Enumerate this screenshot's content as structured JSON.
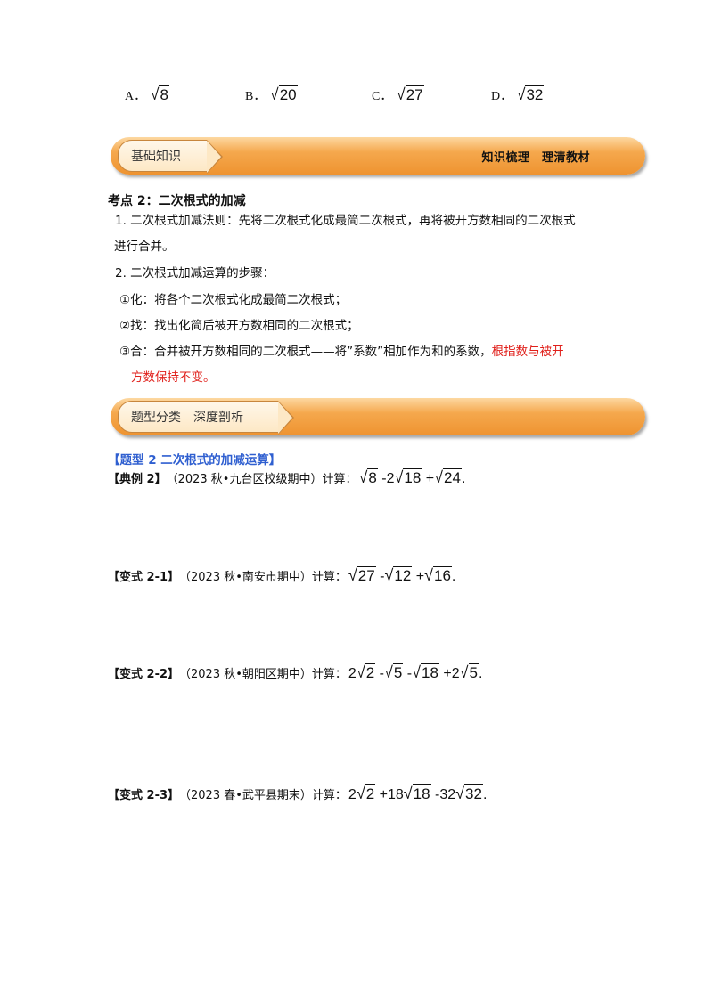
{
  "options": [
    {
      "letter": "A．",
      "radicand": "8"
    },
    {
      "letter": "B．",
      "radicand": "20"
    },
    {
      "letter": "C．",
      "radicand": "27"
    },
    {
      "letter": "D．",
      "radicand": "32"
    }
  ],
  "banner1": {
    "tag": "基础知识",
    "right": "知识梳理　理清教材"
  },
  "section": {
    "title": "考点 2：二次根式的加减",
    "rule_1a": "1.  二次根式加减法则：先将二次根式化成最简二次根式，再将被开方数相同的二次根式",
    "rule_1b": "进行合并。",
    "rule_2": "2.  二次根式加减运算的步骤：",
    "step_1": "①化：将各个二次根式化成最简二次根式；",
    "step_2": "②找：找出化简后被开方数相同的二次根式；",
    "step_3_black": "③合：合并被开方数相同的二次根式——将”系数”相加作为和的系数，",
    "step_3_red_a": "根指数与被开",
    "step_3_red_b": "方数保持不变。"
  },
  "banner2": {
    "tag": "题型分类　深度剖析"
  },
  "type_title": "【题型 2  二次根式的加减运算】",
  "examples": [
    {
      "label": "【典例 2】",
      "source": "（2023 秋•九台区校级期中）计算：",
      "terms": [
        {
          "pre": "",
          "coef": "",
          "rad": "8"
        },
        {
          "pre": " -",
          "coef": "2",
          "rad": "18"
        },
        {
          "pre": " +",
          "coef": "",
          "rad": "24"
        }
      ],
      "end": "."
    },
    {
      "label": "【变式 2-1】",
      "source": "（2023 秋•南安市期中）计算：",
      "terms": [
        {
          "pre": "",
          "coef": "",
          "rad": "27"
        },
        {
          "pre": " -",
          "coef": "",
          "rad": "12"
        },
        {
          "pre": " +",
          "coef": "",
          "rad": "16"
        }
      ],
      "end": "."
    },
    {
      "label": "【变式 2-2】",
      "source": "（2023 秋•朝阳区期中）计算：",
      "terms": [
        {
          "pre": "",
          "coef": "2",
          "rad": "2"
        },
        {
          "pre": " -",
          "coef": "",
          "rad": "5"
        },
        {
          "pre": " -",
          "coef": "",
          "rad": "18"
        },
        {
          "pre": " +",
          "coef": "2",
          "rad": "5"
        }
      ],
      "end": "."
    },
    {
      "label": "【变式 2-3】",
      "source": "（2023 春•武平县期末）计算：",
      "terms": [
        {
          "pre": "",
          "coef": "2",
          "rad": "2"
        },
        {
          "pre": " +",
          "coef": "18",
          "rad": "18"
        },
        {
          "pre": " -",
          "coef": "32",
          "rad": "32"
        }
      ],
      "end": "."
    }
  ]
}
